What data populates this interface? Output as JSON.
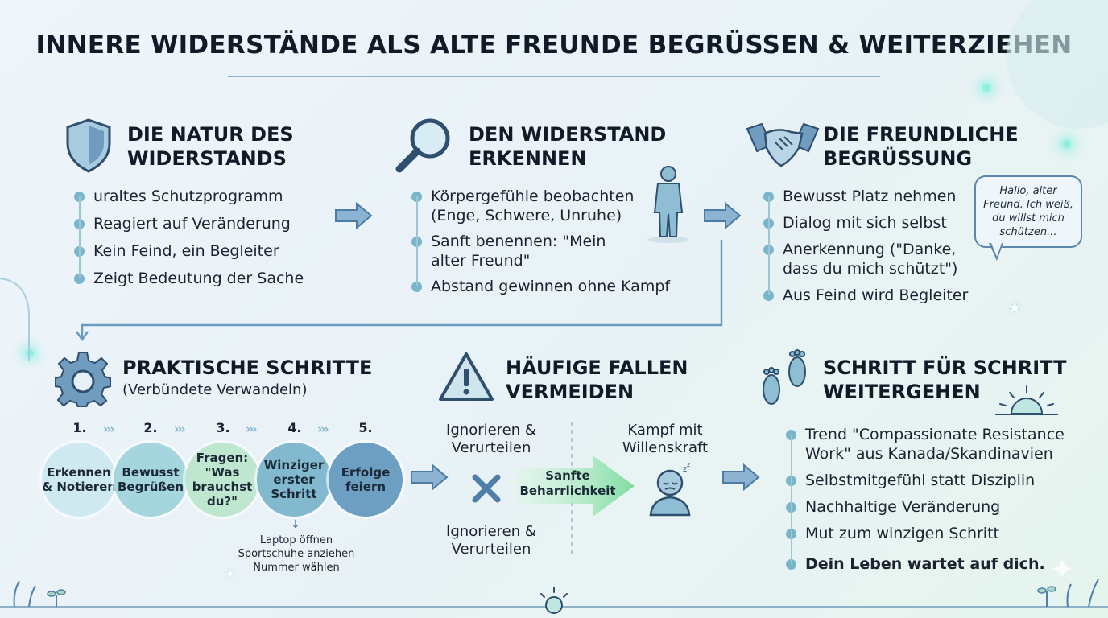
{
  "title": "INNERE WIDERSTÄNDE ALS ALTE FREUNDE BEGRÜSSEN & WEITERZIEHEN",
  "sections": {
    "natur": {
      "title_lines": [
        "DIE NATUR DES",
        "WIDERSTANDS"
      ],
      "icon": "shield-icon",
      "items": [
        "uraltes Schutzprogramm",
        "Reagiert auf Veränderung",
        "Kein Feind, ein Begleiter",
        "Zeigt Bedeutung der Sache"
      ]
    },
    "erkennen": {
      "title_lines": [
        "DEN WIDERSTAND",
        "ERKENNEN"
      ],
      "icon": "magnifier-icon",
      "items": [
        [
          "Körpergefühle beobachten",
          "(Enge, Schwere, Unruhe)"
        ],
        [
          "Sanft benennen: \"Mein",
          "alter Freund\""
        ],
        [
          "Abstand gewinnen ohne Kampf"
        ]
      ]
    },
    "begruessung": {
      "title_lines": [
        "DIE FREUNDLICHE",
        "BEGRÜSSUNG"
      ],
      "icon": "handshake-icon",
      "items": [
        [
          "Bewusst Platz nehmen"
        ],
        [
          "Dialog mit sich selbst"
        ],
        [
          "Anerkennung (\"Danke,",
          "dass du mich schützt\")"
        ],
        [
          "Aus Feind wird Begleiter"
        ]
      ],
      "bubble_lines": [
        "Hallo, alter",
        "Freund. Ich weiß,",
        "du willst mich",
        "schützen..."
      ]
    },
    "schritte": {
      "title": "PRAKTISCHE SCHRITTE",
      "subtitle": "(Verbündete Verwandeln)",
      "icon": "gear-icon",
      "steps": [
        {
          "num": "1.",
          "lines": [
            "Erkennen",
            "& Notieren"
          ],
          "color": "#cfe9f1"
        },
        {
          "num": "2.",
          "lines": [
            "Bewusst",
            "Begrüßen"
          ],
          "color": "#a6d6dd"
        },
        {
          "num": "3.",
          "lines": [
            "Fragen:",
            "\"Was",
            "brauchst",
            "du?\""
          ],
          "color": "#bfe6cf"
        },
        {
          "num": "4.",
          "lines": [
            "Winziger",
            "erster",
            "Schritt"
          ],
          "color": "#82b9cf"
        },
        {
          "num": "5.",
          "lines": [
            "Erfolge",
            "feiern"
          ],
          "color": "#6d9fc3"
        }
      ],
      "examples": [
        "Laptop öffnen",
        "Sportschuhe anziehen",
        "Nummer wählen"
      ]
    },
    "fallen": {
      "title_lines": [
        "HÄUFIGE FALLEN",
        "VERMEIDEN"
      ],
      "icon": "warning-icon",
      "top_left": [
        "Ignorieren &",
        "Verurteilen"
      ],
      "top_right": [
        "Kampf mit",
        "Willenskraft"
      ],
      "arrow_label": [
        "Sanfte",
        "Beharrlichkeit"
      ],
      "bottom_left": [
        "Ignorieren &",
        "Verurteilen"
      ],
      "cross_icon": "cross-icon",
      "person_icon": "tired-person-icon"
    },
    "weiter": {
      "title_lines": [
        "SCHRITT FÜR SCHRITT",
        "WEITERGEHEN"
      ],
      "icon": "footprints-icon",
      "items": [
        [
          "Trend \"Compassionate Resistance",
          "Work\" aus Kanada/Skandinavien"
        ],
        [
          "Selbstmitgefühl statt Disziplin"
        ],
        [
          "Nachhaltige Veränderung"
        ],
        [
          "Mut zum winzigen Schritt"
        ]
      ],
      "closing": "Dein Leben wartet auf dich."
    }
  },
  "colors": {
    "accent": "#79b6c9",
    "arrow": "#5f8fb3",
    "green_arrow": "#9ee8b2",
    "icon_blue": "#3b5d7d"
  }
}
